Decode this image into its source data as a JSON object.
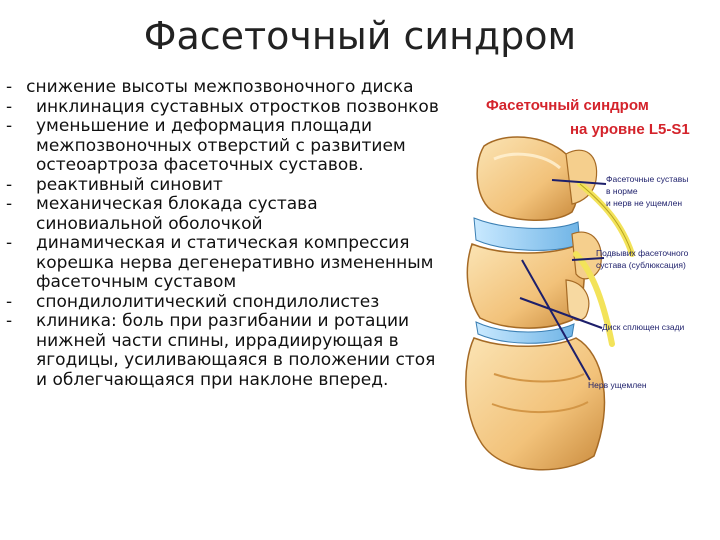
{
  "slide": {
    "title": "Фасеточный синдром",
    "bullets": [
      {
        "dash": "-",
        "text": "снижение высоты межпозвоночного диска"
      },
      {
        "dash": "-",
        "text": "инклинация суставных отростков позвонков"
      },
      {
        "dash": "-",
        "text": "уменьшение и деформация площади межпозвоночных  отверстий с развитием остеоартроза фасеточных суставов."
      },
      {
        "dash": "-",
        "text": "реактивный синовит"
      },
      {
        "dash": "-",
        "text": "механическая блокада сустава синовиальной оболочкой"
      },
      {
        "dash": "-",
        "text": "динамическая и статическая компрессия корешка нерва дегенеративно измененным фасеточным суставом"
      },
      {
        "dash": "-",
        "text": "спондилолитический спондилолистез"
      },
      {
        "dash": "-",
        "text": "клиника: боль при разгибании и ротации нижней части спины, иррадиирующая в ягодицы, усиливающаяся в положении стоя и облегчающаяся при наклоне вперед."
      }
    ]
  },
  "figure": {
    "title_line1": "Фасеточный синдром",
    "title_line2": "на уровне L5-S1",
    "labels": {
      "normal_1": "Фасеточные суставы",
      "normal_2": "в норме",
      "normal_3": "и нерв не ущемлен",
      "sublux_1": "Подвывих фасеточного",
      "sublux_2": "сустава (сублюксация)",
      "disc": "Диск сплющен сзади",
      "nerve": "Нерв ущемлен"
    },
    "colors": {
      "title_red": "#d4232b",
      "leader_navy": "#1d1f6b",
      "bone": "#f2c27a",
      "nerve": "#f3e35a"
    }
  }
}
